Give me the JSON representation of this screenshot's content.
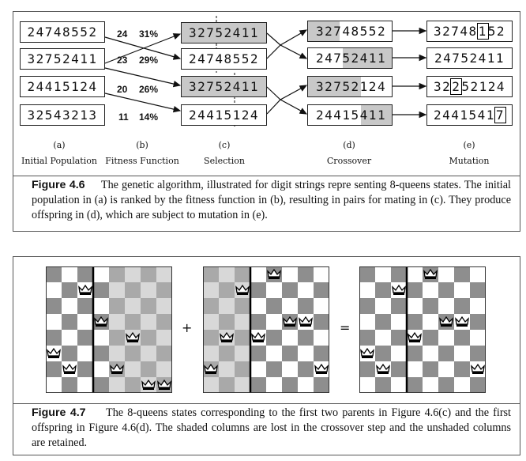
{
  "fig46": {
    "population": [
      "24748552",
      "32752411",
      "24415124",
      "32543213"
    ],
    "fitness": [
      {
        "score": "24",
        "pct": "31%"
      },
      {
        "score": "23",
        "pct": "29%"
      },
      {
        "score": "20",
        "pct": "26%"
      },
      {
        "score": "11",
        "pct": "14%"
      }
    ],
    "selection": [
      "32752411",
      "24748552",
      "32752411",
      "24415124"
    ],
    "crossover": [
      {
        "left": "327",
        "right": "48552"
      },
      {
        "left": "247",
        "right": "52411"
      },
      {
        "left": "32752",
        "right": "124"
      },
      {
        "left": "24415",
        "right": "411"
      }
    ],
    "mutation": [
      {
        "pre": "32748",
        "mut": "1",
        "post": "52"
      },
      {
        "pre": "24752411",
        "mut": "",
        "post": ""
      },
      {
        "pre": "32",
        "mut": "2",
        "post": "52124"
      },
      {
        "pre": "2441541",
        "mut": "7",
        "post": ""
      }
    ],
    "col_letters": [
      "(a)",
      "(b)",
      "(c)",
      "(d)",
      "(e)"
    ],
    "col_names": [
      "Initial Population",
      "Fitness Function",
      "Selection",
      "Crossover",
      "Mutation"
    ],
    "caption_label": "Figure 4.6",
    "caption_text": "The genetic algorithm, illustrated for digit strings repre senting 8-queens states. The initial population in (a) is ranked by the fitness function in (b), resulting in pairs for mating in (c). They produce offspring in (d), which are subject to mutation in (e)."
  },
  "fig47": {
    "boards": [
      {
        "name": "parent-1",
        "state": "32752411",
        "shaded_cols": [
          4,
          5,
          6,
          7
        ]
      },
      {
        "name": "parent-2",
        "state": "24748552",
        "shaded_cols": [
          0,
          1,
          2
        ]
      },
      {
        "name": "offspring",
        "state": "32748552",
        "shaded_cols": []
      }
    ],
    "plus": "+",
    "equals": "=",
    "caption_label": "Figure 4.7",
    "caption_text": "The 8-queens states corresponding to the first two parents in Figure 4.6(c) and the first offspring in Figure 4.6(d). The shaded columns are lost in the crossover step and the unshaded columns are retained."
  },
  "colors": {
    "dark_square": "#8e8e8e",
    "light_square": "#ffffff",
    "shade_dark": "#a9a9a9",
    "shade_light": "#d8d8d8",
    "crossover_shade": "#c8c8c8"
  }
}
